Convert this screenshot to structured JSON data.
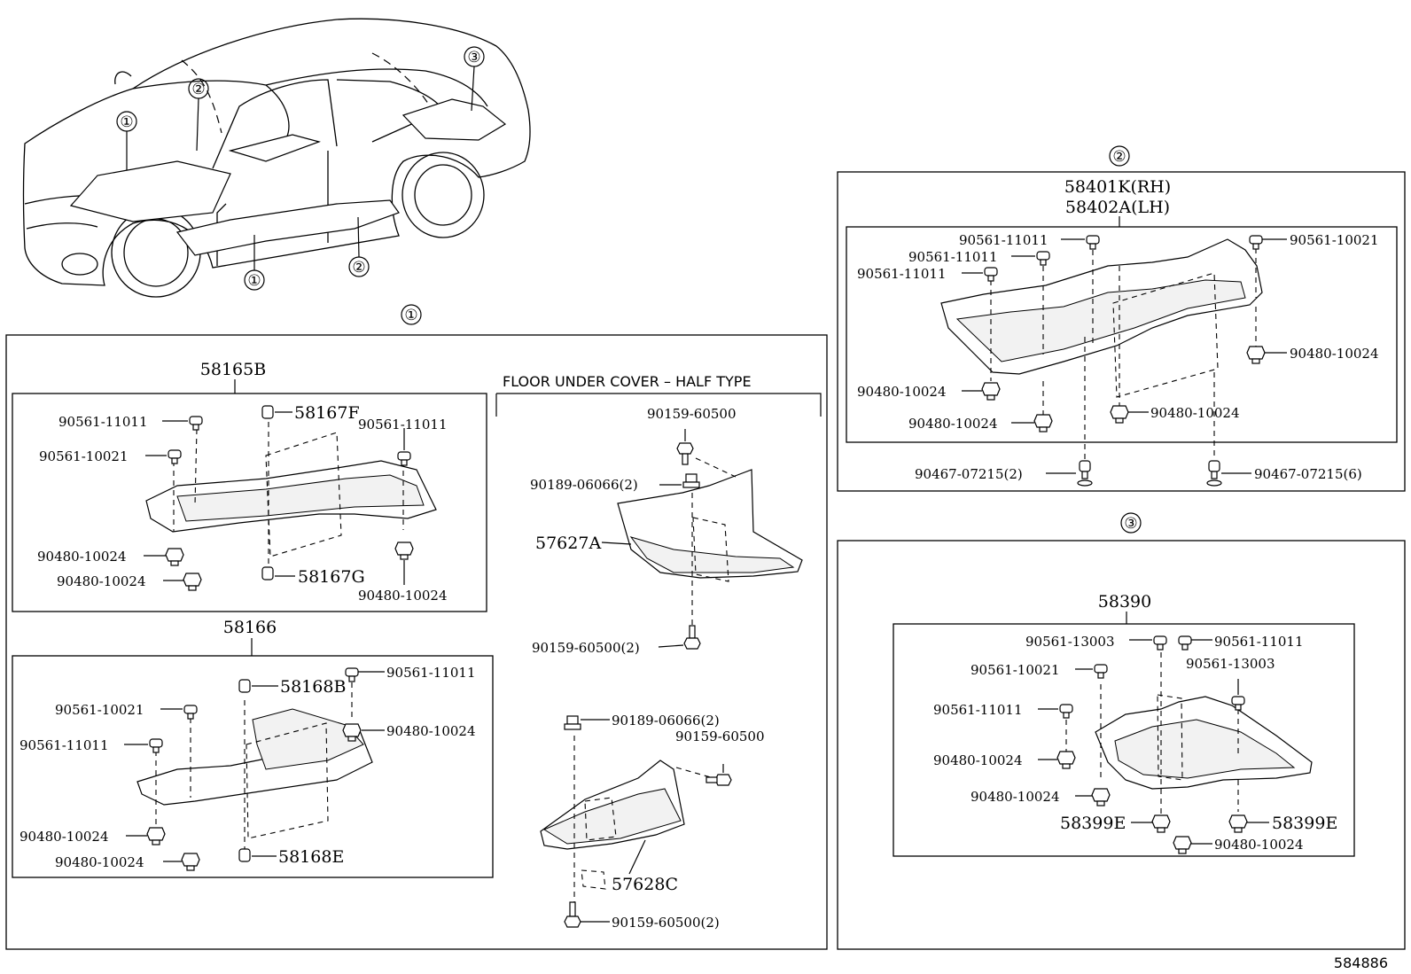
{
  "diagram": {
    "ref_number": "584886",
    "overview_callouts": [
      "①",
      "②",
      "③",
      "①",
      "②"
    ],
    "section1": {
      "marker": "①",
      "group_a": {
        "title": "58165B",
        "labels": [
          "90561-11011",
          "90561-10021",
          "58167F",
          "90561-11011",
          "90480-10024",
          "90480-10024",
          "58167G",
          "90480-10024"
        ]
      },
      "group_b": {
        "title": "58166",
        "labels": [
          "90561-11011",
          "90561-10021",
          "58168B",
          "90480-10024",
          "90561-11011",
          "90480-10024",
          "90480-10024",
          "58168E"
        ]
      },
      "half_type": {
        "caption": "FLOOR UNDER COVER – HALF TYPE",
        "labels": [
          "90159-60500",
          "90189-06066(2)",
          "57627A",
          "90159-60500(2)",
          "90189-06066(2)",
          "90159-60500",
          "57628C",
          "90159-60500(2)"
        ]
      }
    },
    "section2": {
      "marker": "②",
      "title_rh": "58401K(RH)",
      "title_lh": "58402A(LH)",
      "labels": [
        "90561-11011",
        "90561-11011",
        "90561-11011",
        "90561-10021",
        "90480-10024",
        "90480-10024",
        "90480-10024",
        "90480-10024",
        "90467-07215(2)",
        "90467-07215(6)"
      ]
    },
    "section3": {
      "marker": "③",
      "title": "58390",
      "labels": [
        "90561-13003",
        "90561-11011",
        "90561-10021",
        "90561-13003",
        "90561-11011",
        "90480-10024",
        "90480-10024",
        "58399E",
        "58399E",
        "90480-10024"
      ]
    }
  }
}
